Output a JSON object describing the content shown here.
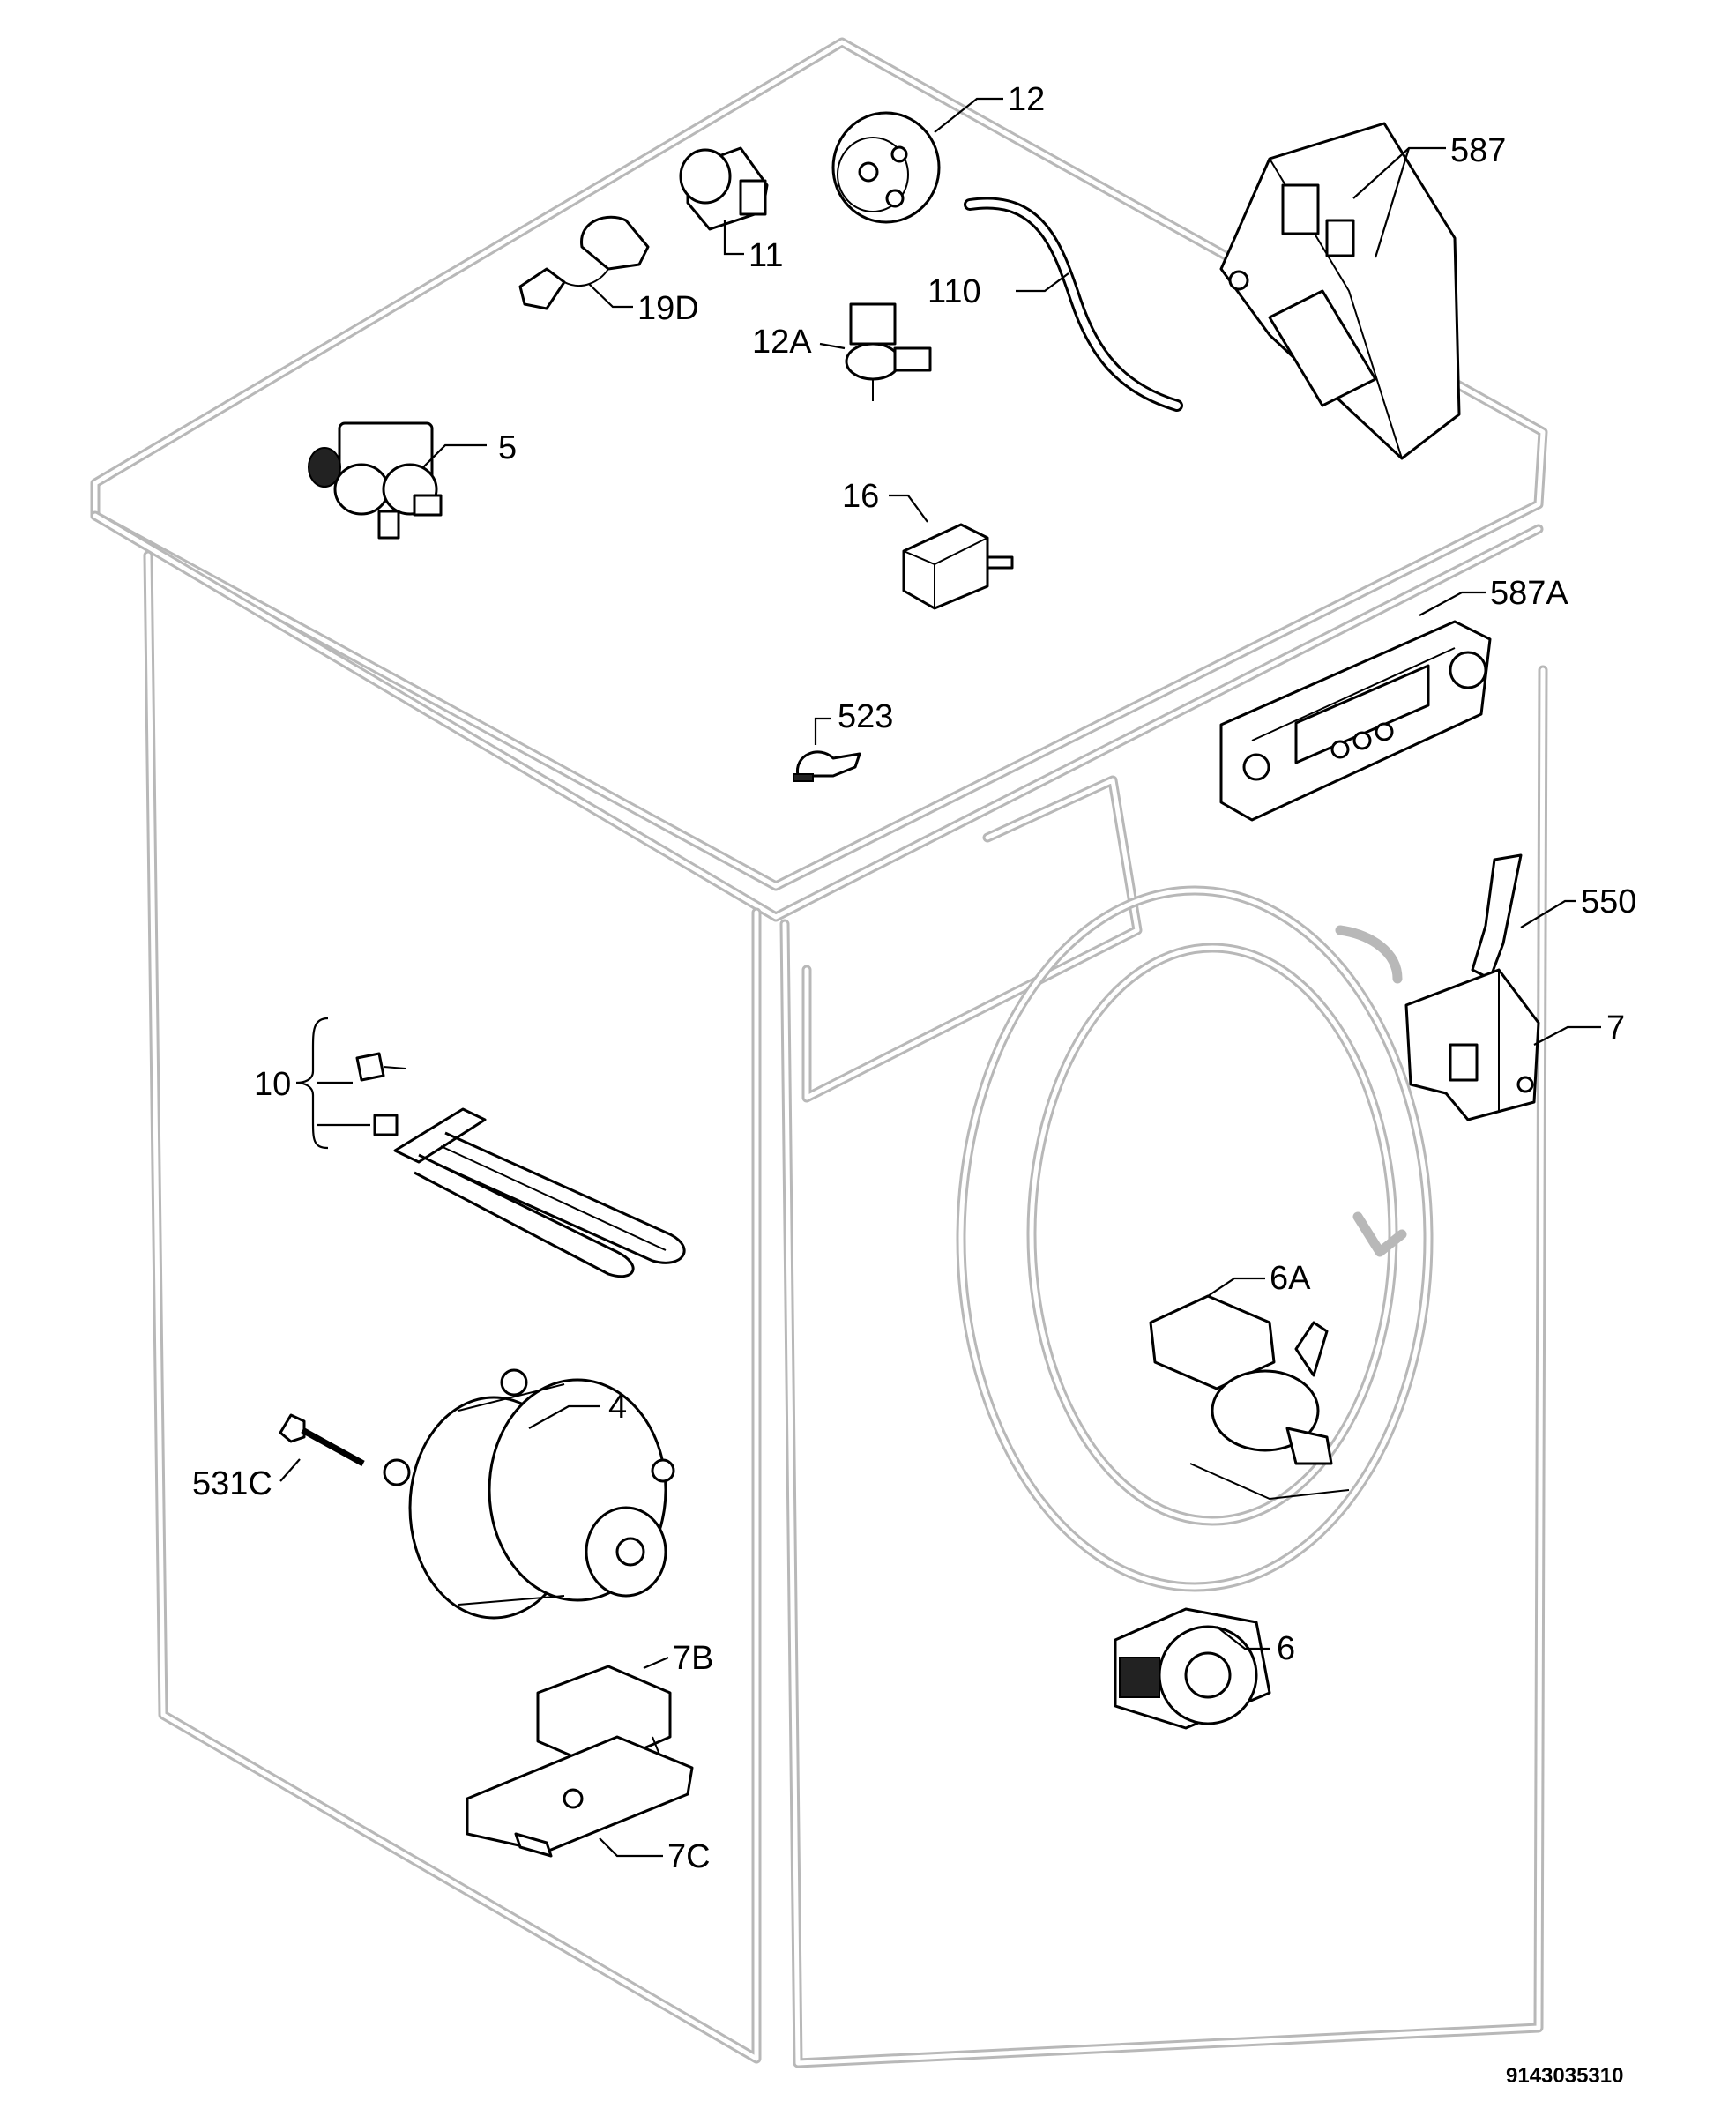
{
  "diagram": {
    "document_number": "9143035310",
    "parts": [
      {
        "id": "p12",
        "label": "12"
      },
      {
        "id": "p587",
        "label": "587"
      },
      {
        "id": "p11",
        "label": "11"
      },
      {
        "id": "p110",
        "label": "110"
      },
      {
        "id": "p19d",
        "label": "19D"
      },
      {
        "id": "p12a",
        "label": "12A"
      },
      {
        "id": "p5",
        "label": "5"
      },
      {
        "id": "p16",
        "label": "16"
      },
      {
        "id": "p587a",
        "label": "587A"
      },
      {
        "id": "p523",
        "label": "523"
      },
      {
        "id": "p550",
        "label": "550"
      },
      {
        "id": "p7",
        "label": "7"
      },
      {
        "id": "p10",
        "label": "10"
      },
      {
        "id": "p6a",
        "label": "6A"
      },
      {
        "id": "p4",
        "label": "4"
      },
      {
        "id": "p531c",
        "label": "531C"
      },
      {
        "id": "p7b",
        "label": "7B"
      },
      {
        "id": "p6",
        "label": "6"
      },
      {
        "id": "p7c",
        "label": "7C"
      }
    ]
  }
}
